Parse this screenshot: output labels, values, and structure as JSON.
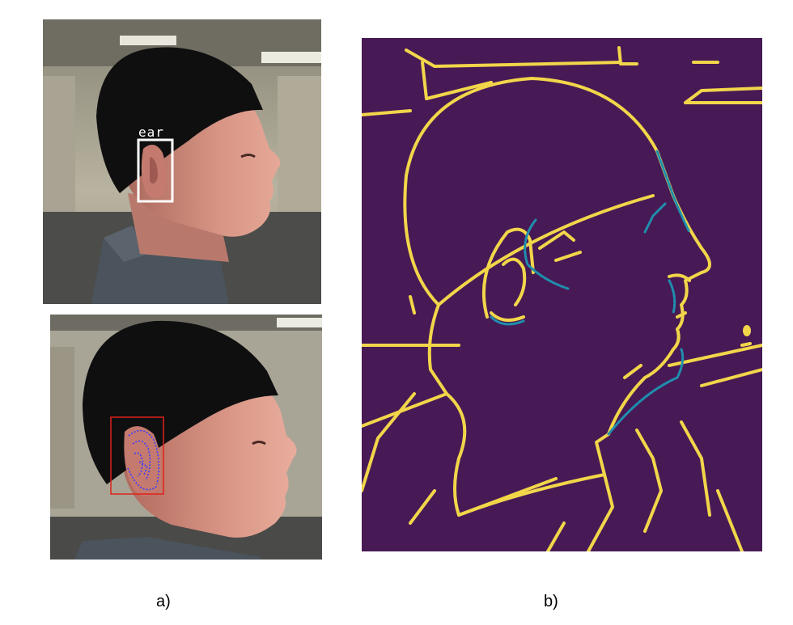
{
  "figure": {
    "caption_a": "a)",
    "caption_b": "b)"
  },
  "detection": {
    "label": "ear",
    "box_color": "#ffffff",
    "landmark_box_color": "#e0201a",
    "landmark_color": "#3a3dff"
  },
  "edge_map": {
    "background_color": "#471a56",
    "edge_color": "#f2d64a",
    "highlight_color": "#1f8fae"
  }
}
